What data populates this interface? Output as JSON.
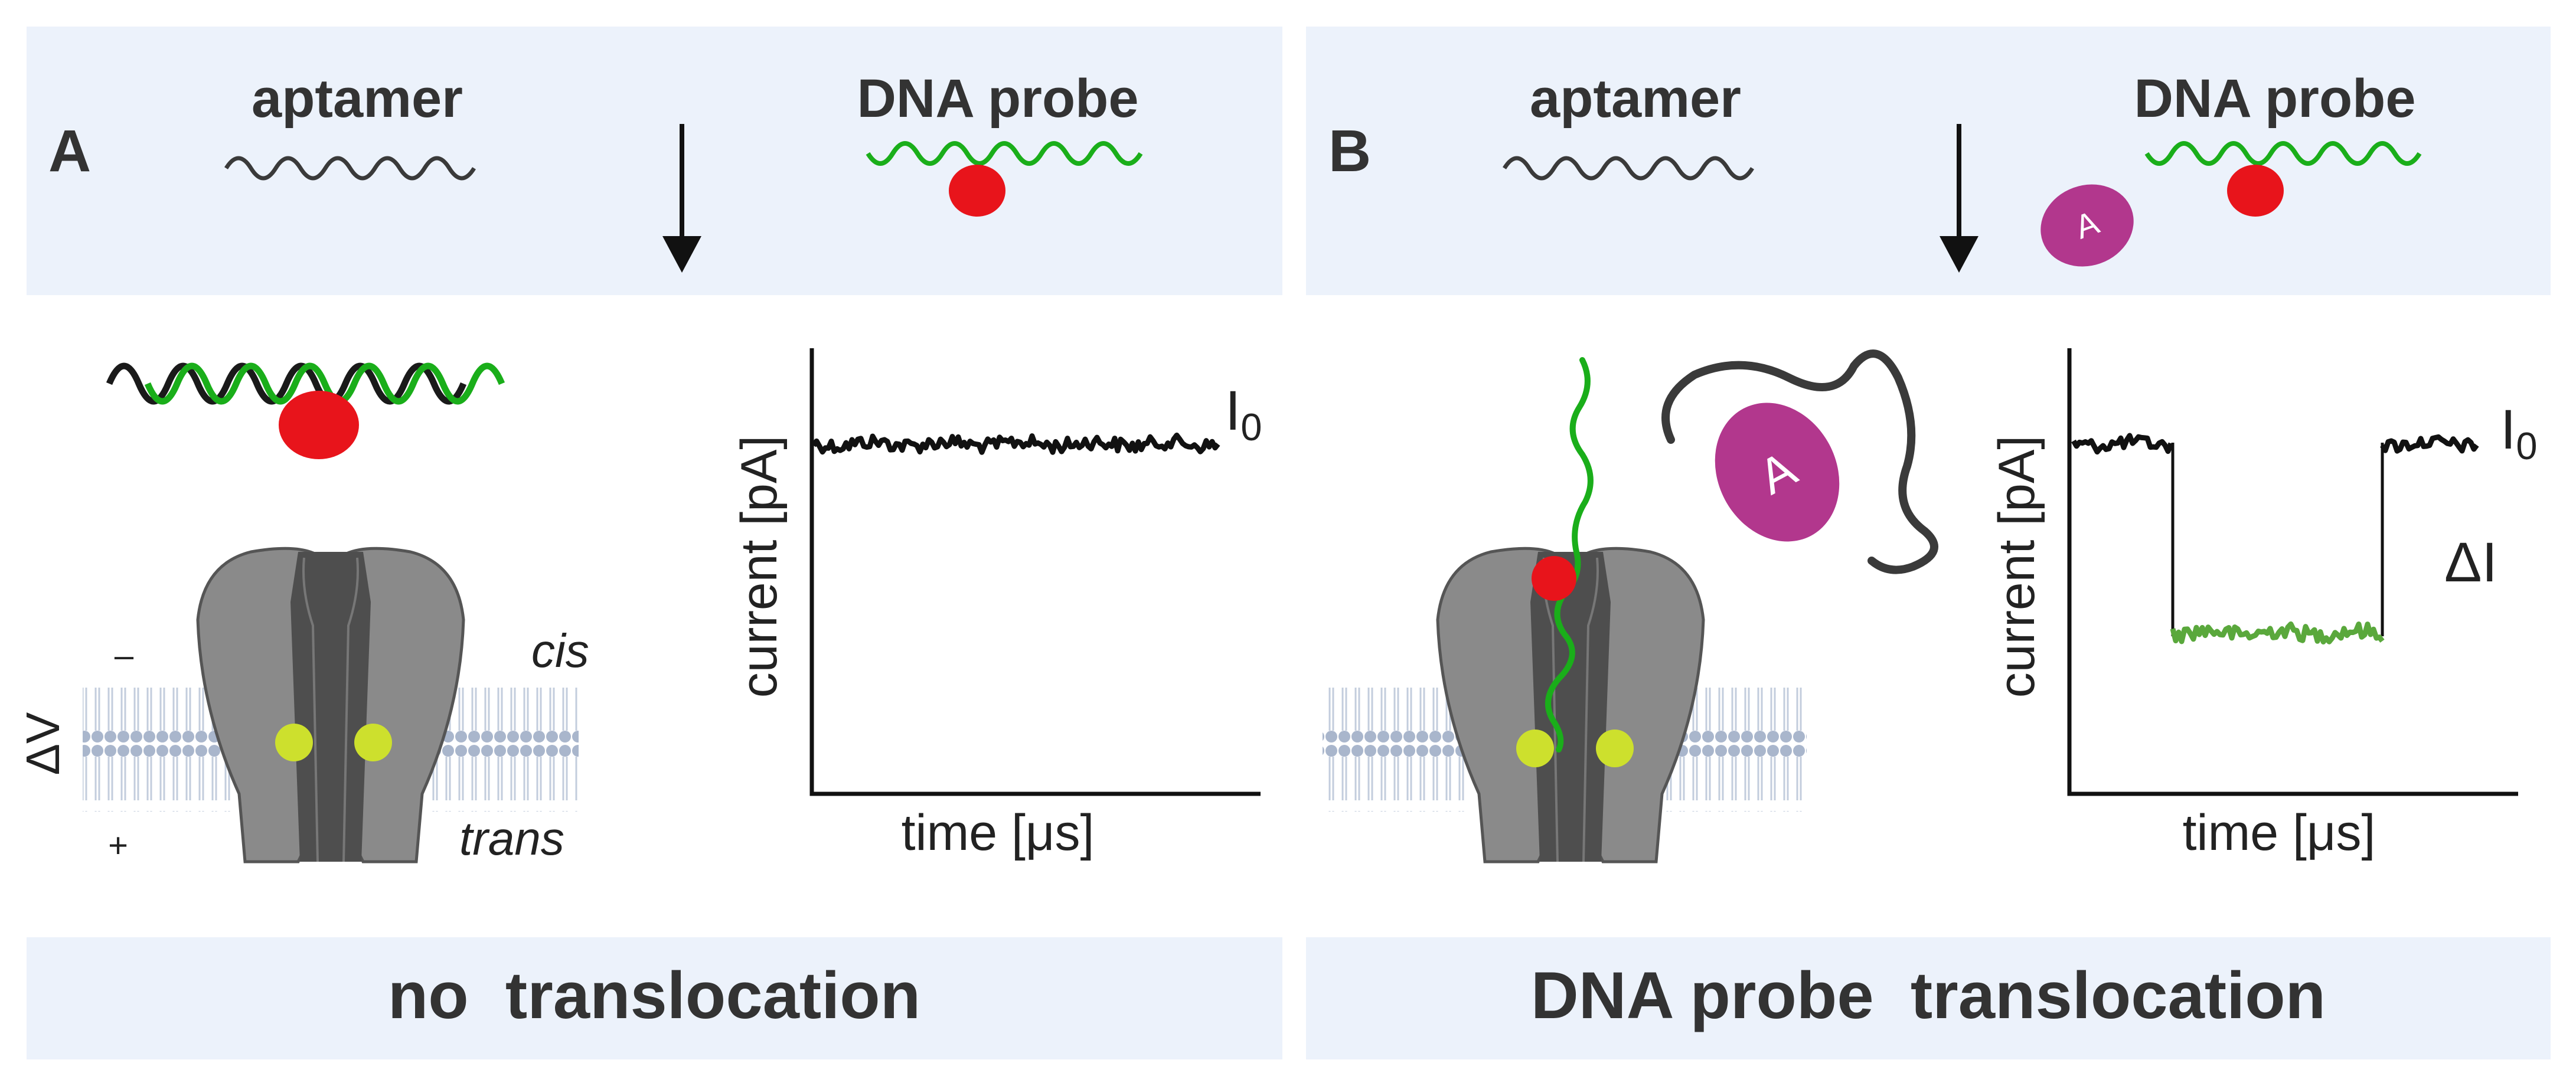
{
  "panels": [
    {
      "letter": "A",
      "aptamer_label": "aptamer",
      "probe_label": "DNA probe",
      "cis_label": "cis",
      "trans_label": "trans",
      "minus_label": "–",
      "plus_label": "+",
      "voltage_label": "ΔV",
      "y_axis_label": "current [pA]",
      "x_axis_label": "time [μs]",
      "baseline_label": "I",
      "baseline_subscript": "0",
      "caption": "no  translocation",
      "trace": "constant current at I0 (no blockade)"
    },
    {
      "letter": "B",
      "aptamer_label": "aptamer",
      "probe_label": "DNA probe",
      "analyte_label": "A",
      "y_axis_label": "current [pA]",
      "x_axis_label": "time [μs]",
      "baseline_label": "I",
      "baseline_subscript": "0",
      "delta_label": "ΔI",
      "caption": "DNA probe  translocation",
      "trace": "current drops by ΔI during probe translocation, then returns to I0"
    }
  ],
  "colors": {
    "banner_bg": "#ecf2fb",
    "probe_strand": "#1aae1a",
    "aptamer_strand": "#3a3a3a",
    "probe_bead": "#e8141b",
    "analyte": "#b2378d",
    "pore_body": "#8a8a8a",
    "pore_channel": "#4e4e4e",
    "pore_dots": "#cde02d",
    "membrane": "#a9b6cc",
    "blocked_trace": "#5aa83c",
    "open_trace": "#111111"
  }
}
